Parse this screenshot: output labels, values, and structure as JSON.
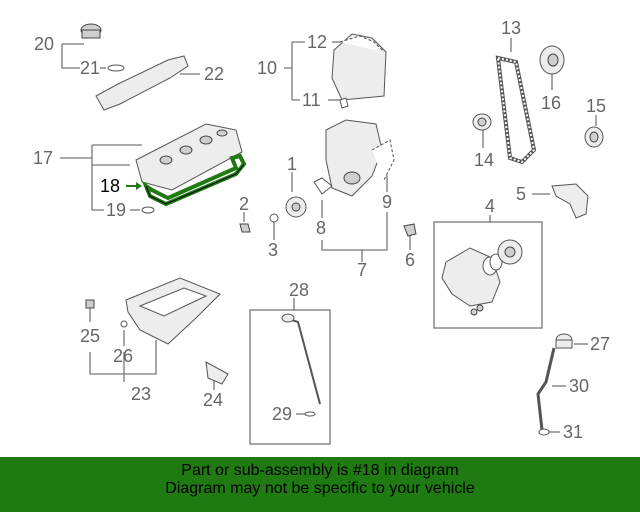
{
  "callouts": {
    "n1": "1",
    "n2": "2",
    "n3": "3",
    "n4": "4",
    "n5": "5",
    "n6": "6",
    "n7": "7",
    "n8": "8",
    "n9": "9",
    "n10": "10",
    "n11": "11",
    "n12": "12",
    "n13": "13",
    "n14": "14",
    "n15": "15",
    "n16": "16",
    "n17": "17",
    "n18": "18",
    "n19": "19",
    "n20": "20",
    "n21": "21",
    "n22": "22",
    "n23": "23",
    "n24": "24",
    "n25": "25",
    "n26": "26",
    "n27": "27",
    "n28": "28",
    "n29": "29",
    "n30": "30",
    "n31": "31"
  },
  "highlighted_part": "18",
  "colors": {
    "highlight": "#1e7a11",
    "banner_bg": "#1e7a11",
    "callout_text": "#666666",
    "line": "#777777"
  },
  "banner": {
    "line1": "Part or sub-assembly is #18 in diagram",
    "line2": "Diagram may not be specific to your vehicle"
  }
}
